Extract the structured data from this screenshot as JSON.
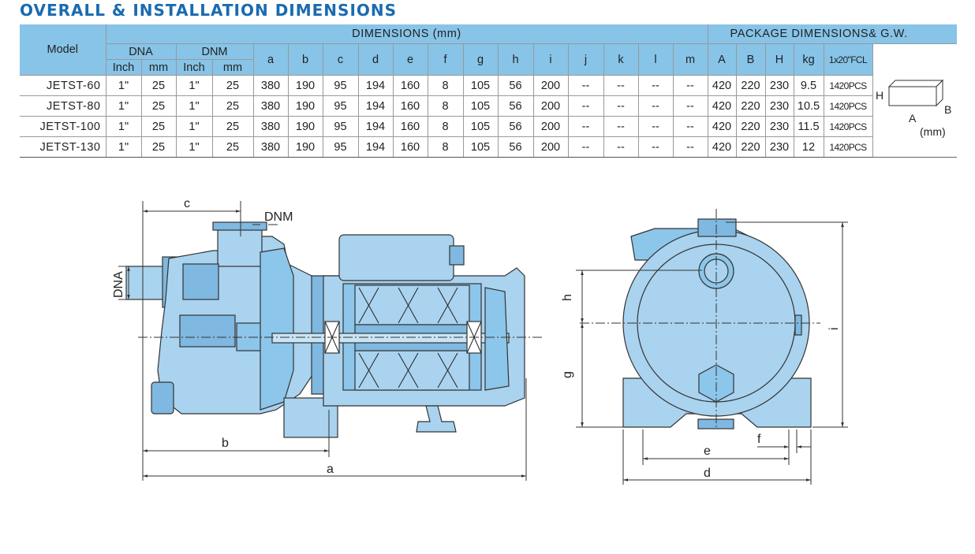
{
  "title": "OVERALL & INSTALLATION DIMENSIONS",
  "table": {
    "model_header": "Model",
    "dimensions_header": "DIMENSIONS (mm)",
    "package_header": "PACKAGE DIMENSIONS& G.W.",
    "dna_header": "DNA",
    "dnm_header": "DNM",
    "inch_label": "Inch",
    "mm_label": "mm",
    "dim_columns": [
      "a",
      "b",
      "c",
      "d",
      "e",
      "f",
      "g",
      "h",
      "i",
      "j",
      "k",
      "l",
      "m"
    ],
    "pkg_columns": [
      "A",
      "B",
      "H",
      "kg",
      "1x20\"FCL"
    ],
    "rows": [
      {
        "model": "JETST-60",
        "dna_inch": "1\"",
        "dna_mm": "25",
        "dnm_inch": "1\"",
        "dnm_mm": "25",
        "dims": [
          "380",
          "190",
          "95",
          "194",
          "160",
          "8",
          "105",
          "56",
          "200",
          "--",
          "--",
          "--",
          "--"
        ],
        "pkg": [
          "420",
          "220",
          "230",
          "9.5",
          "1420PCS"
        ]
      },
      {
        "model": "JETST-80",
        "dna_inch": "1\"",
        "dna_mm": "25",
        "dnm_inch": "1\"",
        "dnm_mm": "25",
        "dims": [
          "380",
          "190",
          "95",
          "194",
          "160",
          "8",
          "105",
          "56",
          "200",
          "--",
          "--",
          "--",
          "--"
        ],
        "pkg": [
          "420",
          "220",
          "230",
          "10.5",
          "1420PCS"
        ]
      },
      {
        "model": "JETST-100",
        "dna_inch": "1\"",
        "dna_mm": "25",
        "dnm_inch": "1\"",
        "dnm_mm": "25",
        "dims": [
          "380",
          "190",
          "95",
          "194",
          "160",
          "8",
          "105",
          "56",
          "200",
          "--",
          "--",
          "--",
          "--"
        ],
        "pkg": [
          "420",
          "220",
          "230",
          "11.5",
          "1420PCS"
        ]
      },
      {
        "model": "JETST-130",
        "dna_inch": "1\"",
        "dna_mm": "25",
        "dnm_inch": "1\"",
        "dnm_mm": "25",
        "dims": [
          "380",
          "190",
          "95",
          "194",
          "160",
          "8",
          "105",
          "56",
          "200",
          "--",
          "--",
          "--",
          "--"
        ],
        "pkg": [
          "420",
          "220",
          "230",
          "12",
          "1420PCS"
        ]
      }
    ],
    "box_labels": {
      "h": "H",
      "b": "B",
      "a": "A",
      "unit": "(mm)"
    }
  },
  "drawing": {
    "side_labels": {
      "c": "c",
      "dnm": "DNM",
      "dna": "DNA",
      "b": "b",
      "a": "a"
    },
    "front_labels": {
      "h": "h",
      "g": "g",
      "i": "i",
      "e": "e",
      "f": "f",
      "d": "d"
    }
  },
  "colors": {
    "header_bg": "#87c4e8",
    "title": "#1a6bb0",
    "pump_fill": "#a9d3ef",
    "pump_dark": "#7fb8e0"
  }
}
